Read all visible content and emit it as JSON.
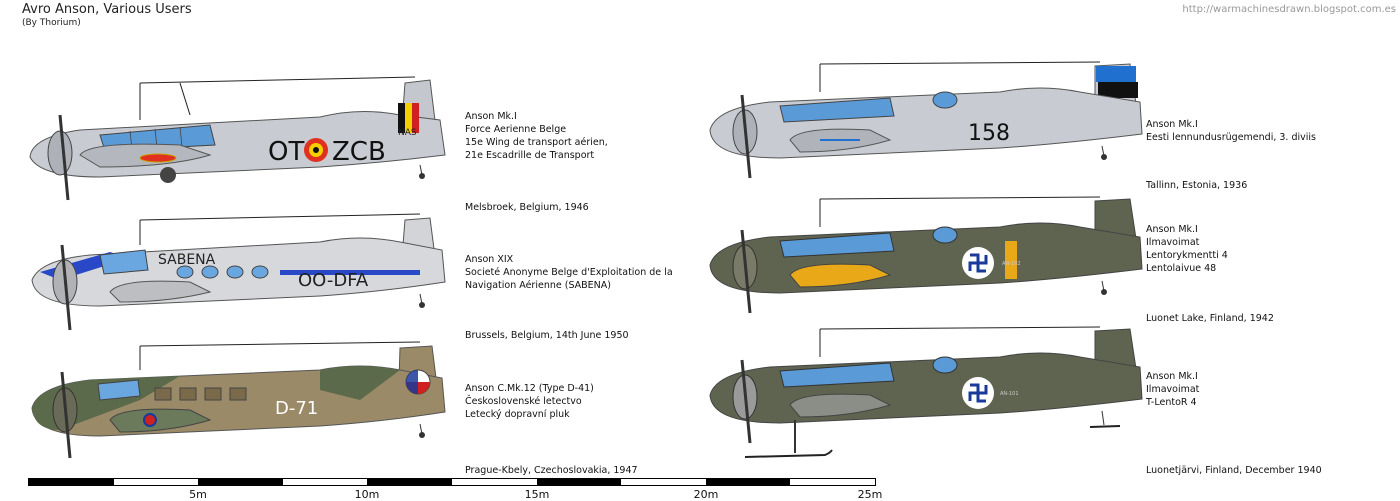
{
  "header": {
    "title": "Avro Anson, Various Users",
    "subtitle": "(By Thorium)",
    "url": "http://warmachinesdrawn.blogspot.com.es"
  },
  "aircraft": [
    {
      "caption": [
        "Anson Mk.I",
        "Force Aerienne Belge",
        "15e Wing de transport aérien,",
        "21e Escadrille de Transport"
      ],
      "location": "Melsbroek, Belgium, 1946",
      "registration": "OT",
      "registration2": "ZCB",
      "tail_text": "NAS",
      "colors": {
        "body": "#c8ccd2",
        "accent": "#e03020"
      }
    },
    {
      "caption": [
        "Anson XIX",
        "Societé Anonyme Belge d'Exploitation de la",
        "Navigation Aérienne (SABENA)"
      ],
      "location": "Brussels, Belgium, 14th June 1950",
      "fuselage_text": "SABENA",
      "registration": "OO-DFA",
      "colors": {
        "body": "#d6d8dc",
        "accent": "#2848c8"
      }
    },
    {
      "caption": [
        "Anson C.Mk.12 (Type D-41)",
        "Československé letectvo",
        "Letecký dopravní pluk"
      ],
      "location": "Prague-Kbely, Czechoslovakia, 1947",
      "registration": "D-71",
      "colors": {
        "body": "#9a8a68",
        "accent": "#5a6a4a"
      }
    },
    {
      "caption": [
        "Anson Mk.I",
        "Eesti lennundusrügemendi, 3. diviis"
      ],
      "location": "Tallinn, Estonia, 1936",
      "registration": "158",
      "colors": {
        "body": "#c8ccd2",
        "accent": "#2070d0"
      }
    },
    {
      "caption": [
        "Anson Mk.I",
        "Ilmavoimat",
        "Lentorykmentti 4",
        "Lentolaivue 48"
      ],
      "location": "Luonet Lake, Finland, 1942",
      "serial": "AN-102",
      "colors": {
        "body": "#5e6450",
        "accent": "#e8a818"
      }
    },
    {
      "caption": [
        "Anson Mk.I",
        "Ilmavoimat",
        "T-LentoR 4"
      ],
      "location": "Luonetjärvi, Finland, December 1940",
      "serial": "AN-101",
      "colors": {
        "body": "#5e6450",
        "accent": "#1a3a9a"
      }
    }
  ],
  "scale": {
    "labels": [
      "5m",
      "10m",
      "15m",
      "20m",
      "25m"
    ]
  }
}
